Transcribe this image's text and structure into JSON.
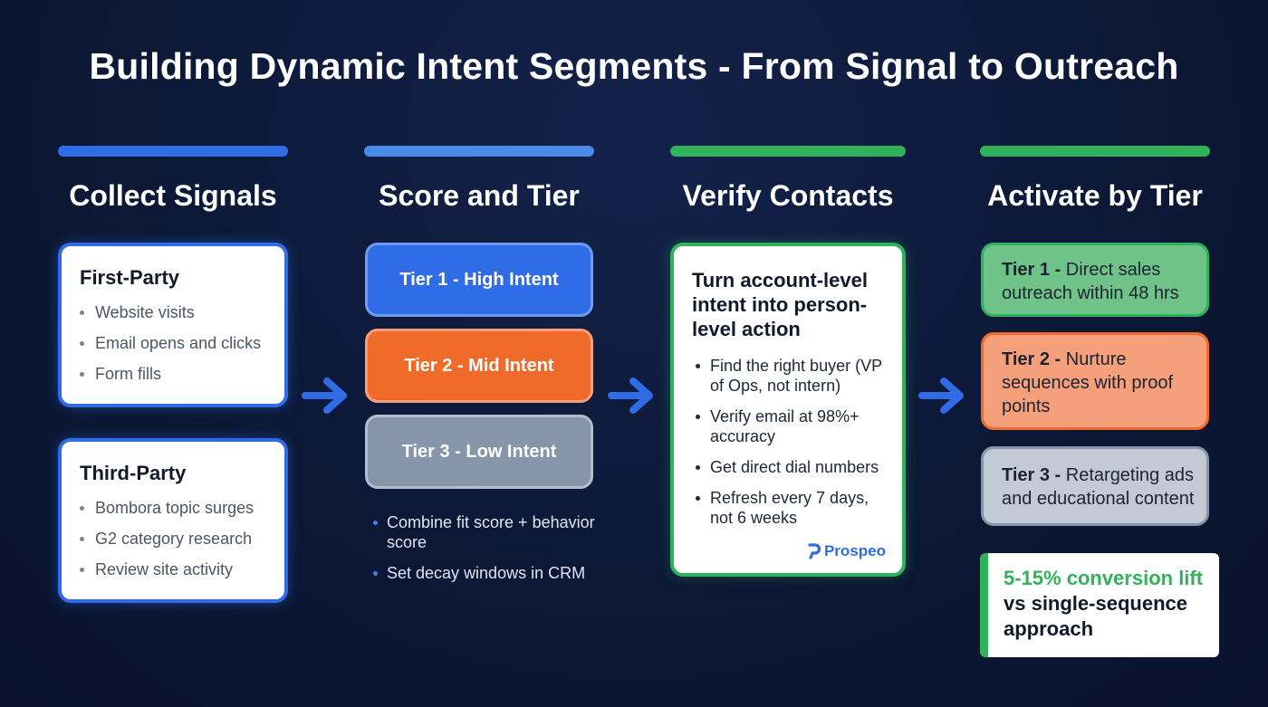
{
  "title": "Building Dynamic Intent Segments - From Signal to Outreach",
  "colors": {
    "background": "#0c1836",
    "blue": "#2f6ce6",
    "light_blue": "#4a8ae8",
    "green": "#2fb25a",
    "orange": "#f06a2a",
    "gray": "#8795ab"
  },
  "columns": [
    {
      "heading": "Collect Signals"
    },
    {
      "heading": "Score and Tier"
    },
    {
      "heading": "Verify Contacts"
    },
    {
      "heading": "Activate by Tier"
    }
  ],
  "collect": {
    "first_party": {
      "title": "First-Party",
      "items": [
        "Website visits",
        "Email opens and clicks",
        "Form fills"
      ]
    },
    "third_party": {
      "title": "Third-Party",
      "items": [
        "Bombora topic surges",
        "G2 category research",
        "Review site activity"
      ]
    }
  },
  "score": {
    "tiers": [
      "Tier 1 - High Intent",
      "Tier 2 - Mid Intent",
      "Tier 3 - Low Intent"
    ],
    "notes": [
      "Combine fit score + behavior score",
      "Set decay windows in CRM"
    ]
  },
  "verify": {
    "title": "Turn account-level intent into person-level action",
    "items": [
      "Find the right buyer (VP of Ops, not intern)",
      "Verify email at 98%+ accuracy",
      "Get direct dial numbers",
      "Refresh every 7 days, not 6 weeks"
    ],
    "brand": "Prospeo"
  },
  "activate": {
    "tiers": [
      {
        "label": "Tier 1 -",
        "text": "Direct sales outreach within 48 hrs"
      },
      {
        "label": "Tier 2 -",
        "text": "Nurture sequences with proof points"
      },
      {
        "label": "Tier 3 -",
        "text": "Retargeting ads and educational content"
      }
    ],
    "result": {
      "line1": "5-15% conversion lift",
      "line2": "vs single-sequence approach"
    }
  },
  "icons": [
    "arrow-right-icon",
    "prospeo-logo-icon"
  ]
}
